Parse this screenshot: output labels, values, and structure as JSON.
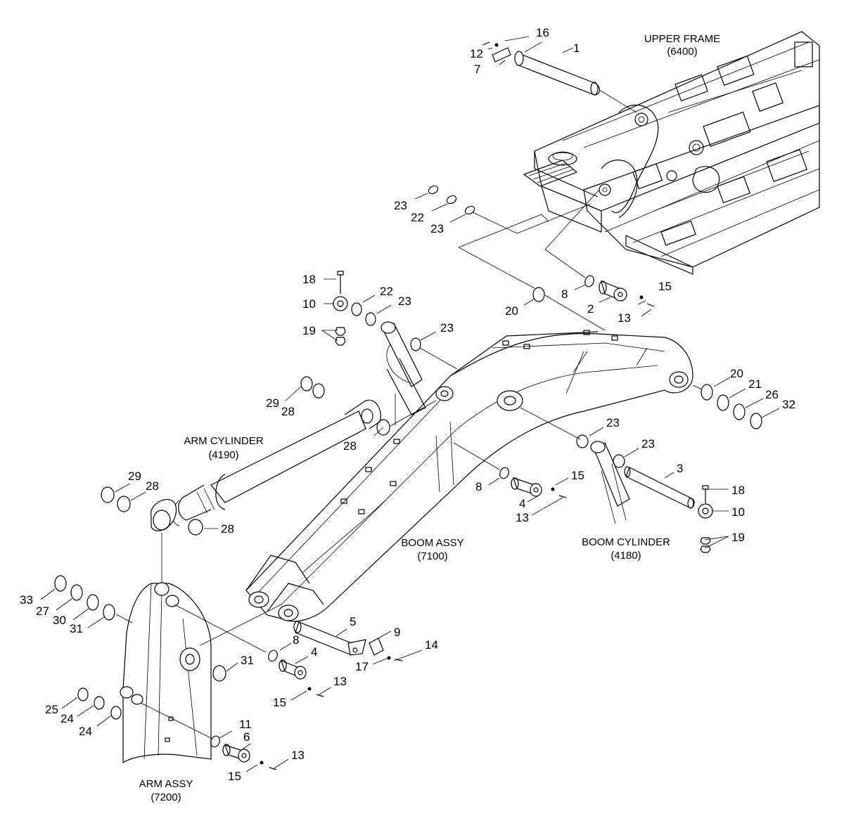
{
  "assemblies": {
    "upper_frame": {
      "name": "UPPER FRAME",
      "code": "(6400)"
    },
    "arm_cylinder": {
      "name": "ARM CYLINDER",
      "code": "(4190)"
    },
    "boom_assy": {
      "name": "BOOM ASSY",
      "code": "(7100)"
    },
    "boom_cylinder": {
      "name": "BOOM CYLINDER",
      "code": "(4180)"
    },
    "arm_assy": {
      "name": "ARM ASSY",
      "code": "(7200)"
    }
  },
  "callouts": [
    "16",
    "12",
    "7",
    "1",
    "23",
    "22",
    "23",
    "8",
    "15",
    "2",
    "13",
    "20",
    "18",
    "10",
    "22",
    "23",
    "19",
    "23",
    "29",
    "28",
    "28",
    "20",
    "21",
    "26",
    "32",
    "23",
    "23",
    "3",
    "8",
    "15",
    "4",
    "13",
    "18",
    "10",
    "19",
    "29",
    "28",
    "28",
    "33",
    "27",
    "30",
    "31",
    "5",
    "9",
    "14",
    "17",
    "8",
    "4",
    "31",
    "13",
    "15",
    "25",
    "24",
    "24",
    "11",
    "6",
    "13",
    "15"
  ]
}
